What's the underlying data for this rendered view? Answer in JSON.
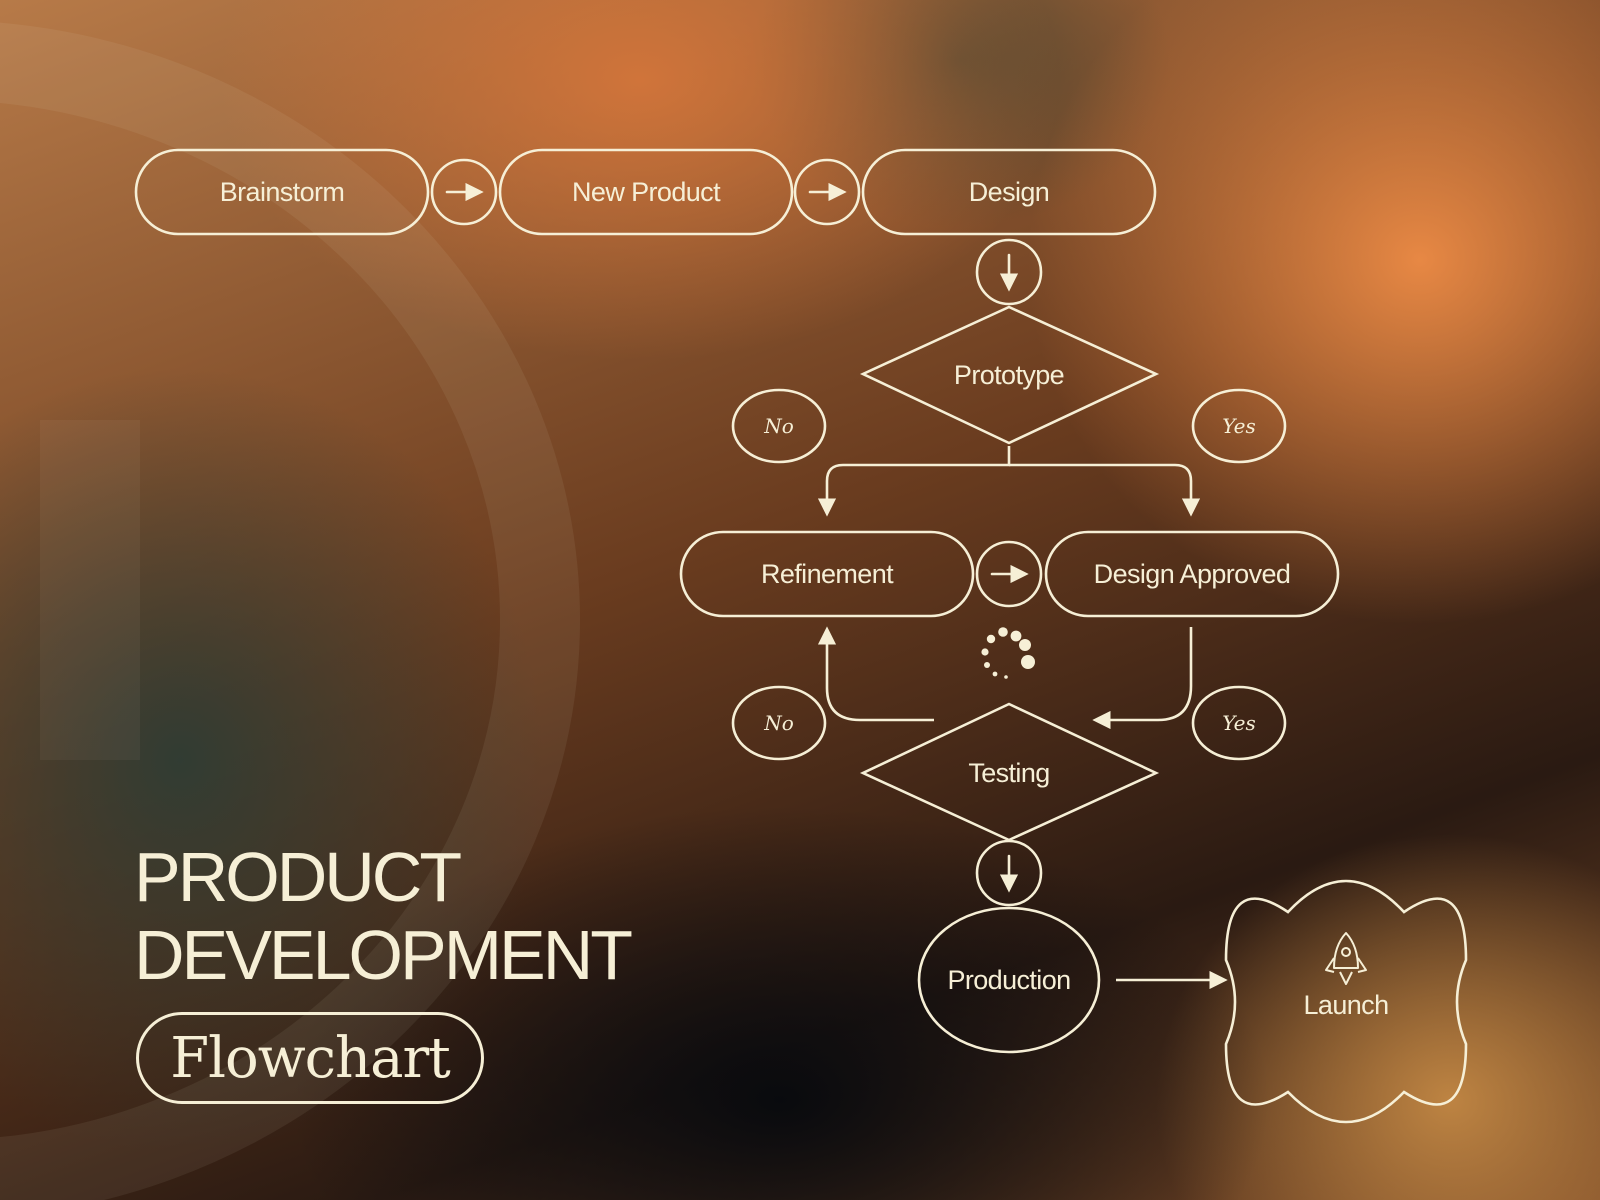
{
  "title": {
    "line1": "PRODUCT",
    "line2": "DEVELOPMENT",
    "tag": "Flowchart"
  },
  "nodes": {
    "brainstorm": "Brainstorm",
    "new_product": "New Product",
    "design": "Design",
    "prototype": "Prototype",
    "refinement": "Refinement",
    "design_approved": "Design Approved",
    "testing": "Testing",
    "production": "Production",
    "launch": "Launch"
  },
  "branches": {
    "prototype_no": "No",
    "prototype_yes": "Yes",
    "testing_no": "No",
    "testing_yes": "Yes"
  },
  "icons": [
    "arrow-right-icon",
    "arrow-down-icon",
    "loading-spinner-icon",
    "rocket-icon"
  ],
  "colors": {
    "line": "#f6efd6",
    "accent_orange": "#e88a44",
    "dark": "#0c0e12"
  }
}
